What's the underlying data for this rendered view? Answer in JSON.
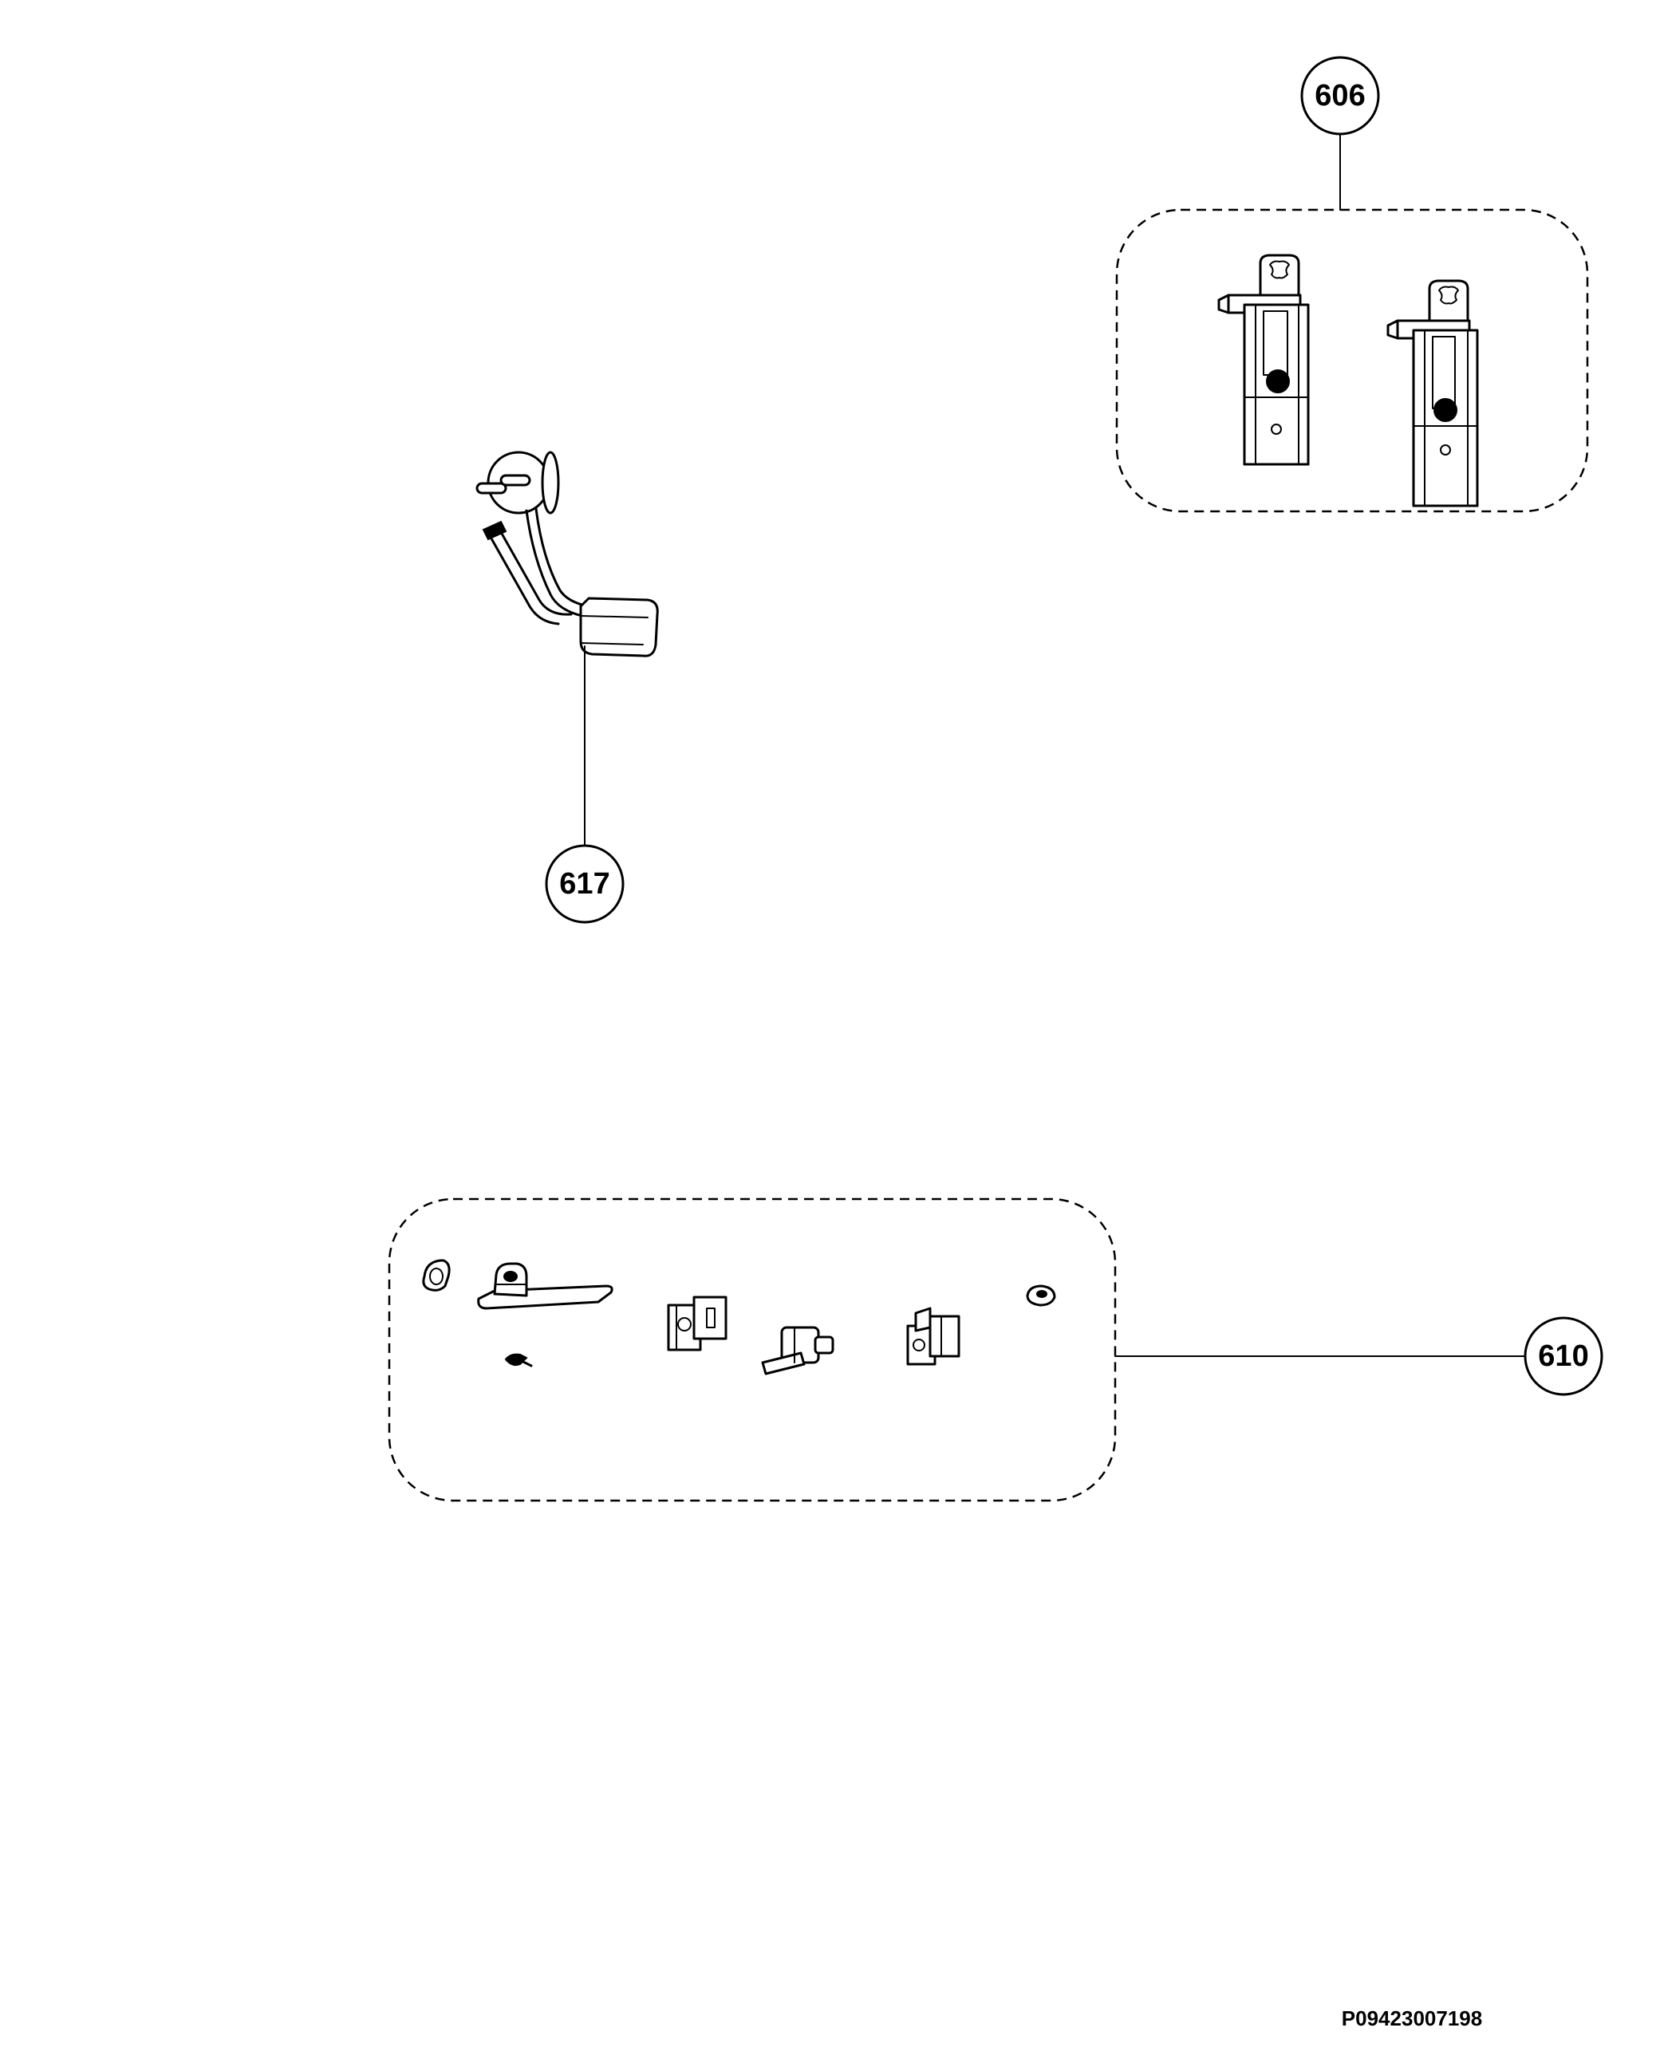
{
  "callouts": {
    "c606": "606",
    "c617": "617",
    "c610": "610"
  },
  "document_code": "P09423007198",
  "icons": [
    "clip-bracket-icon",
    "sensor-cable-icon",
    "hardware-kit-icon"
  ]
}
